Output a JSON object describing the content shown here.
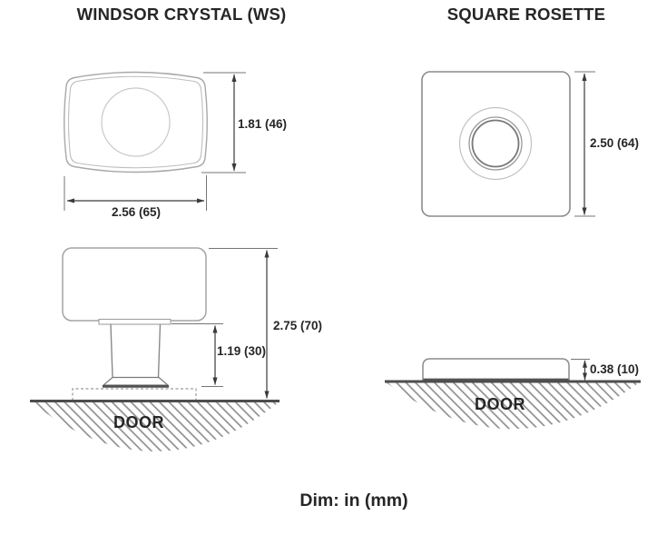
{
  "windsor": {
    "title": "WINDSOR CRYSTAL (WS)",
    "front": {
      "height": "1.81 (46)",
      "width": "2.56 (65)"
    },
    "side": {
      "overall": "2.75 (70)",
      "projection": "1.19 (30)",
      "door": "DOOR"
    }
  },
  "rosette": {
    "title": "SQUARE ROSETTE",
    "front": {
      "size": "2.50 (64)"
    },
    "side": {
      "thickness": "0.38 (10)",
      "door": "DOOR"
    }
  },
  "footer": {
    "note": "Dim: in (mm)"
  },
  "colors": {
    "ink": "#262626",
    "drawing_line": "#9a9a9a",
    "dimension_line": "#3a3a3a",
    "door_line": "#4d4d4d",
    "hatch": "#8f8f8f"
  }
}
